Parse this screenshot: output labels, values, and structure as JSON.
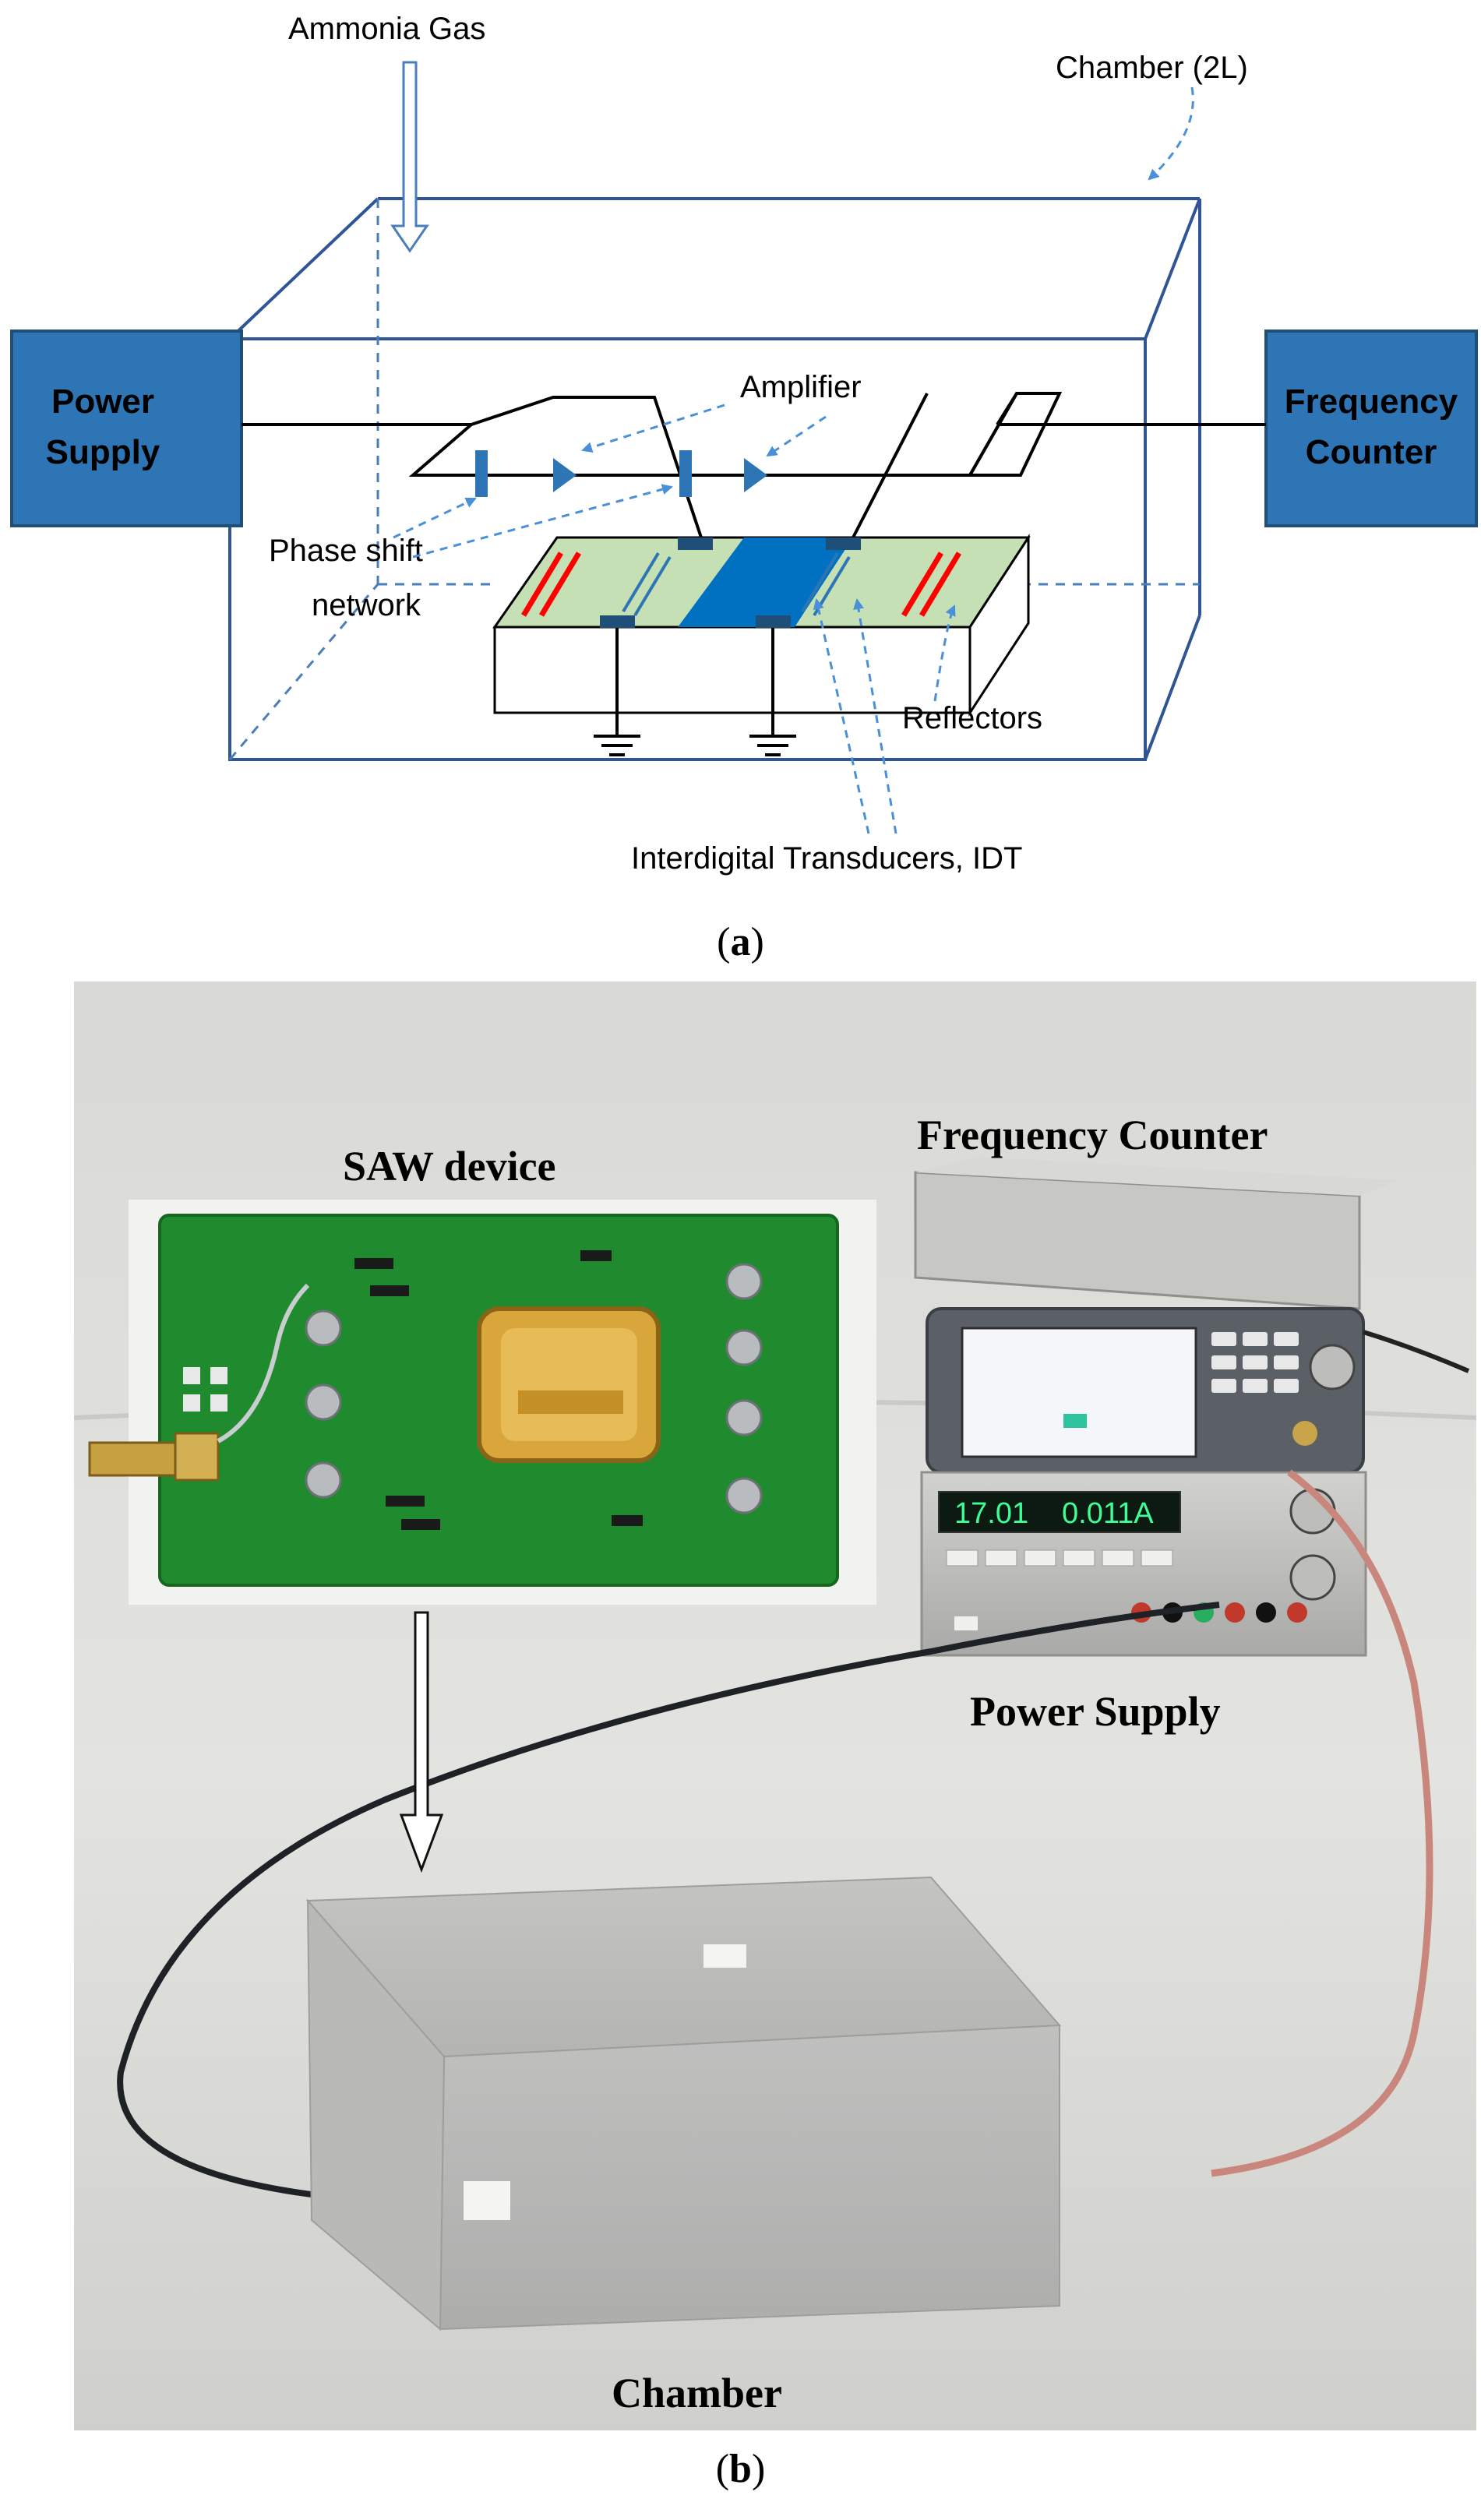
{
  "panel_a": {
    "caption_letter": "a",
    "labels": {
      "ammonia_gas": "Ammonia Gas",
      "chamber": "Chamber (2L)",
      "power_supply_line1": "Power",
      "power_supply_line2": "Supply",
      "frequency_counter_line1": "Frequency",
      "frequency_counter_line2": "Counter",
      "amplifier": "Amplifier",
      "phase_shift_line1": "Phase shift",
      "phase_shift_line2": "network",
      "reflectors": "Reflectors",
      "idt": "Interdigital Transducers, IDT"
    },
    "colors": {
      "box_fill": "#2e75b6",
      "box_stroke": "#1f4e79",
      "chamber_stroke": "#2f5597",
      "substrate_fill": "#c5e0b4",
      "idt_fill": "#0070c0",
      "reflector": "#ff0000"
    }
  },
  "panel_b": {
    "caption_letter": "b",
    "labels": {
      "saw_device": "SAW device",
      "frequency_counter": "Frequency Counter",
      "power_supply": "Power Supply",
      "chamber": "Chamber"
    },
    "displays": {
      "power_supply_readout_v": "17.01",
      "power_supply_readout_a": "0.011A"
    }
  }
}
